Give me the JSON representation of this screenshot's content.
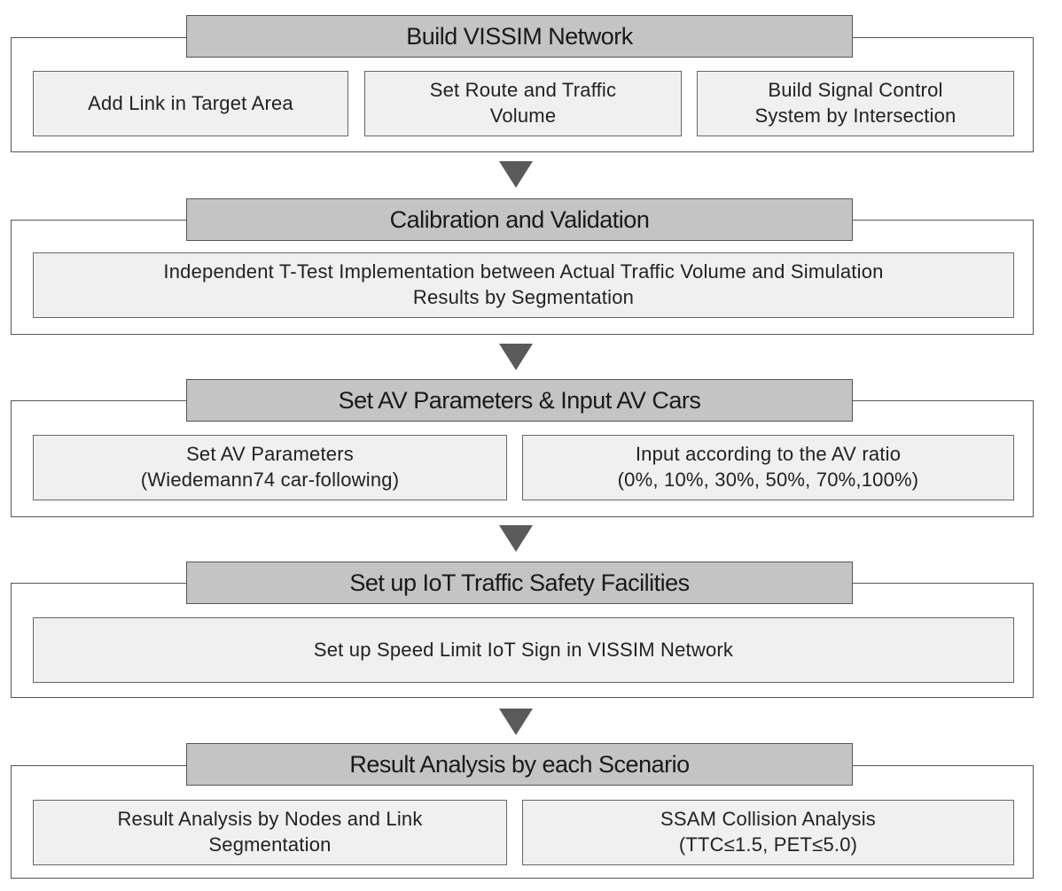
{
  "stages": [
    {
      "title": "Build VISSIM Network",
      "items": [
        "Add Link in Target Area",
        "Set Route and Traffic\nVolume",
        "Build Signal Control\nSystem by Intersection"
      ]
    },
    {
      "title": "Calibration and Validation",
      "items": [
        "Independent  T-Test Implementation  between  Actual Traffic Volume  and Simulation\nResults by Segmentation"
      ]
    },
    {
      "title": "Set AV Parameters & Input AV Cars",
      "items": [
        "Set AV Parameters\n(Wiedemann74 car-following)",
        "Input according to the AV ratio\n(0%, 10%, 30%, 50%, 70%,100%)"
      ]
    },
    {
      "title": "Set up IoT Traffic Safety Facilities",
      "items": [
        "Set up Speed Limit IoT Sign in VISSIM Network"
      ]
    },
    {
      "title": "Result Analysis by each Scenario",
      "items": [
        "Result Analysis by Nodes and Link\nSegmentation",
        "SSAM Collision Analysis\n(TTC≤1.5, PET≤5.0)"
      ]
    }
  ]
}
